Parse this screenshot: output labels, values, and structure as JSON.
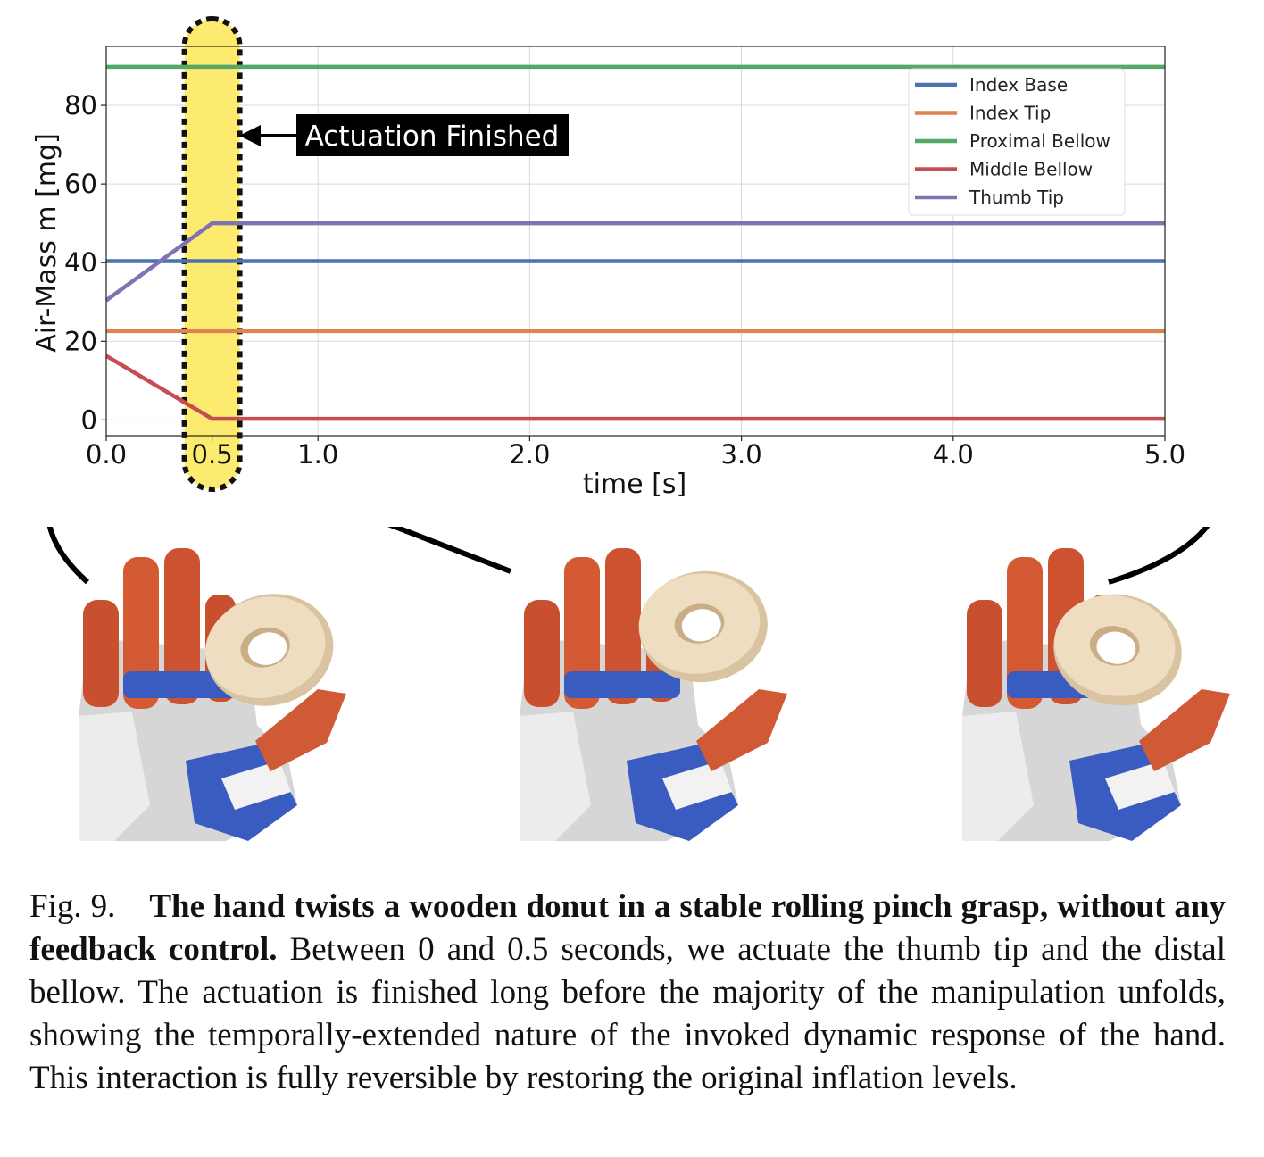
{
  "figure": {
    "caption_label": "Fig. 9.",
    "caption_bold": "The hand twists a wooden donut in a stable rolling pinch grasp, without any feedback control.",
    "caption_text": "Between 0 and 0.5 seconds, we actuate the thumb tip and the distal bellow. The actuation is finished long before the majority of the manipulation unfolds, showing the temporally-extended nature of the invoked dynamic response of the hand. This interaction is fully reversible by restoring the original inflation levels."
  },
  "annotation": {
    "label": "Actuation Finished",
    "highlight_x": 0.5
  },
  "colors": {
    "index_base": "#4c72b0",
    "index_tip": "#dd8452",
    "proximal_bellow": "#55a868",
    "middle_bellow": "#c44e52",
    "thumb_tip": "#8172b3",
    "highlight": "#fdeb70"
  },
  "chart_data": {
    "type": "line",
    "xlabel": "time [s]",
    "ylabel": "Air-Mass m [mg]",
    "xlim": [
      0,
      5
    ],
    "ylim": [
      -4,
      95
    ],
    "xticks": [
      0.0,
      0.5,
      1.0,
      2.0,
      3.0,
      4.0,
      5.0
    ],
    "xtick_labels": [
      "0.0",
      "0.5",
      "1.0",
      "2.0",
      "3.0",
      "4.0",
      "5.0"
    ],
    "yticks": [
      0,
      20,
      40,
      60,
      80
    ],
    "ytick_labels": [
      "0",
      "20",
      "40",
      "60",
      "80"
    ],
    "grid": true,
    "legend_position": "top-right",
    "series": [
      {
        "name": "Index Base",
        "color_key": "index_base",
        "x": [
          0,
          0.5,
          5
        ],
        "y": [
          40.4,
          40.4,
          40.4
        ]
      },
      {
        "name": "Index Tip",
        "color_key": "index_tip",
        "x": [
          0,
          0.5,
          5
        ],
        "y": [
          22.6,
          22.6,
          22.6
        ]
      },
      {
        "name": "Proximal Bellow",
        "color_key": "proximal_bellow",
        "x": [
          0,
          0.5,
          5
        ],
        "y": [
          89.8,
          89.8,
          89.8
        ]
      },
      {
        "name": "Middle Bellow",
        "color_key": "middle_bellow",
        "x": [
          0,
          0.5,
          5
        ],
        "y": [
          16.3,
          0.3,
          0.3
        ]
      },
      {
        "name": "Thumb Tip",
        "color_key": "thumb_tip",
        "x": [
          0,
          0.5,
          5
        ],
        "y": [
          30.4,
          50,
          50
        ]
      }
    ]
  }
}
